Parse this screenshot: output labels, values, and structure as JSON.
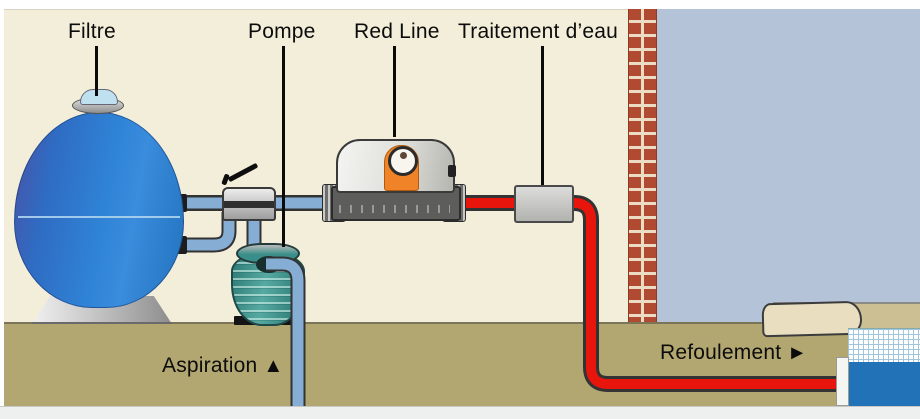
{
  "labels": {
    "filter": "Filtre",
    "pump": "Pompe",
    "red_line": "Red Line",
    "water_treatment": "Traitement d’eau",
    "suction": "Aspiration",
    "suction_arrow": "▲",
    "discharge": "Refoulement",
    "discharge_arrow": "►"
  },
  "colors": {
    "background": "#f3eed9",
    "sky": "#b5c3d8",
    "ground": "#b2a771",
    "brick": "#b04a31",
    "water": "#2172b7",
    "pipe_red": "#e8150d",
    "pipe_blue": "#86aed4",
    "tank_blue": "#2f83d6",
    "pump_teal": "#3a8e89",
    "accent_orange": "#f08327"
  }
}
